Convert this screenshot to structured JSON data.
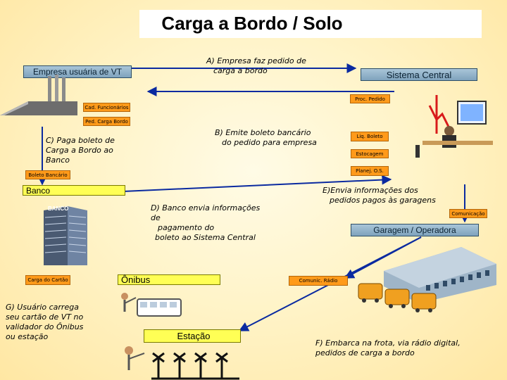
{
  "title": "Carga a Bordo / Solo",
  "nodes": {
    "empresa": "Empresa usuária de VT",
    "sistema": "Sistema Central",
    "banco": "Banco",
    "garagem": "Garagem / Operadora",
    "onibus": "Ônibus",
    "estacao": "Estação"
  },
  "tags": {
    "proc_pedido": "Proc. Pedido",
    "cad_funcionarios": "Cad. Funcionários",
    "ped_carga_bordo": "Ped. Carga Bordo",
    "liq_boleto": "Liq. Boleto",
    "estocagem": "Estocagem",
    "planej_os": "Planej. O.S.",
    "boleto_bancario": "Boleto Bancário",
    "comunicacao": "Comunicação",
    "carga_cartao": "Carga do Cartão",
    "comunic_radio": "Comunic. Rádio"
  },
  "notes": {
    "a": [
      "A) Empresa faz pedido de",
      "carga a bordo"
    ],
    "b": [
      "B) Emite boleto bancário",
      "do pedido para empresa"
    ],
    "c": [
      "C) Paga boleto de",
      "Carga a  Bordo ao",
      "Banco"
    ],
    "d": [
      "D) Banco envia informações",
      "de",
      "pagamento do",
      "boleto ao Sistema Central"
    ],
    "e": [
      "E)Envia informações dos",
      "pedidos pagos às garagens"
    ],
    "f": [
      "F) Embarca na frota,  via rádio digital,",
      "pedidos de carga a bordo"
    ],
    "g": [
      "G) Usuário carrega",
      "seu cartão de VT  no",
      "validador do Ônibus",
      "ou estação"
    ]
  },
  "bank_sign": "BANCO",
  "colors": {
    "bar": "#8fb0c8",
    "tag": "#ff9a1a",
    "yellow": "#ffff55",
    "arrow": "#0a2aa0"
  }
}
